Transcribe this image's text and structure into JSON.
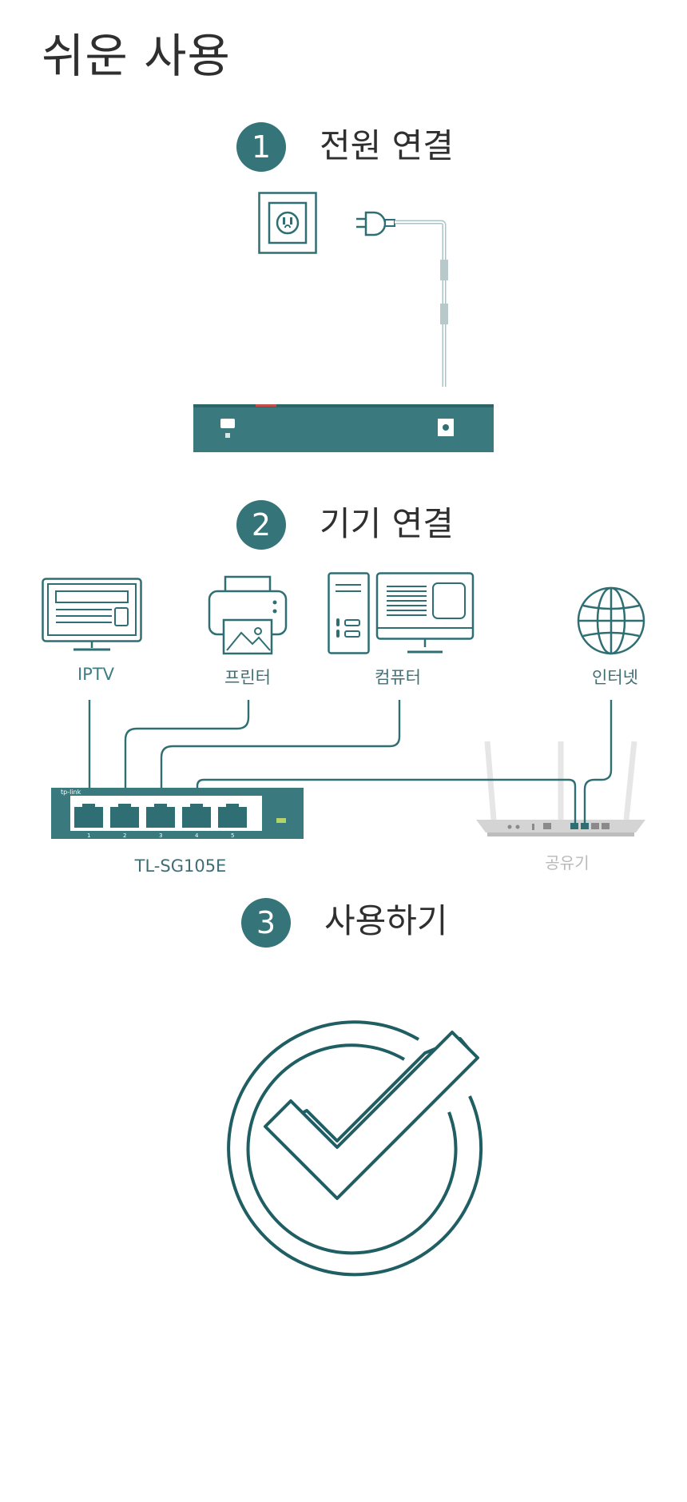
{
  "page": {
    "title": "쉬운 사용"
  },
  "steps": [
    {
      "number": "1",
      "title": "전원 연결"
    },
    {
      "number": "2",
      "title": "기기 연결"
    },
    {
      "number": "3",
      "title": "사용하기"
    }
  ],
  "devices": {
    "iptv": "IPTV",
    "printer": "프린터",
    "computer": "컴퓨터",
    "internet": "인터넷",
    "switch_model": "TL-SG105E",
    "router": "공유기",
    "switch_brand": "tp-link"
  },
  "colors": {
    "accent": "#357479",
    "line": "#2f6f73",
    "switch_body": "#3a7a7e",
    "router_body": "#d4d4d4"
  },
  "icons": [
    "wall-outlet-icon",
    "power-plug-icon",
    "tv-icon",
    "printer-icon",
    "desktop-computer-icon",
    "globe-icon",
    "router-icon",
    "switch-icon",
    "check-circle-icon"
  ]
}
